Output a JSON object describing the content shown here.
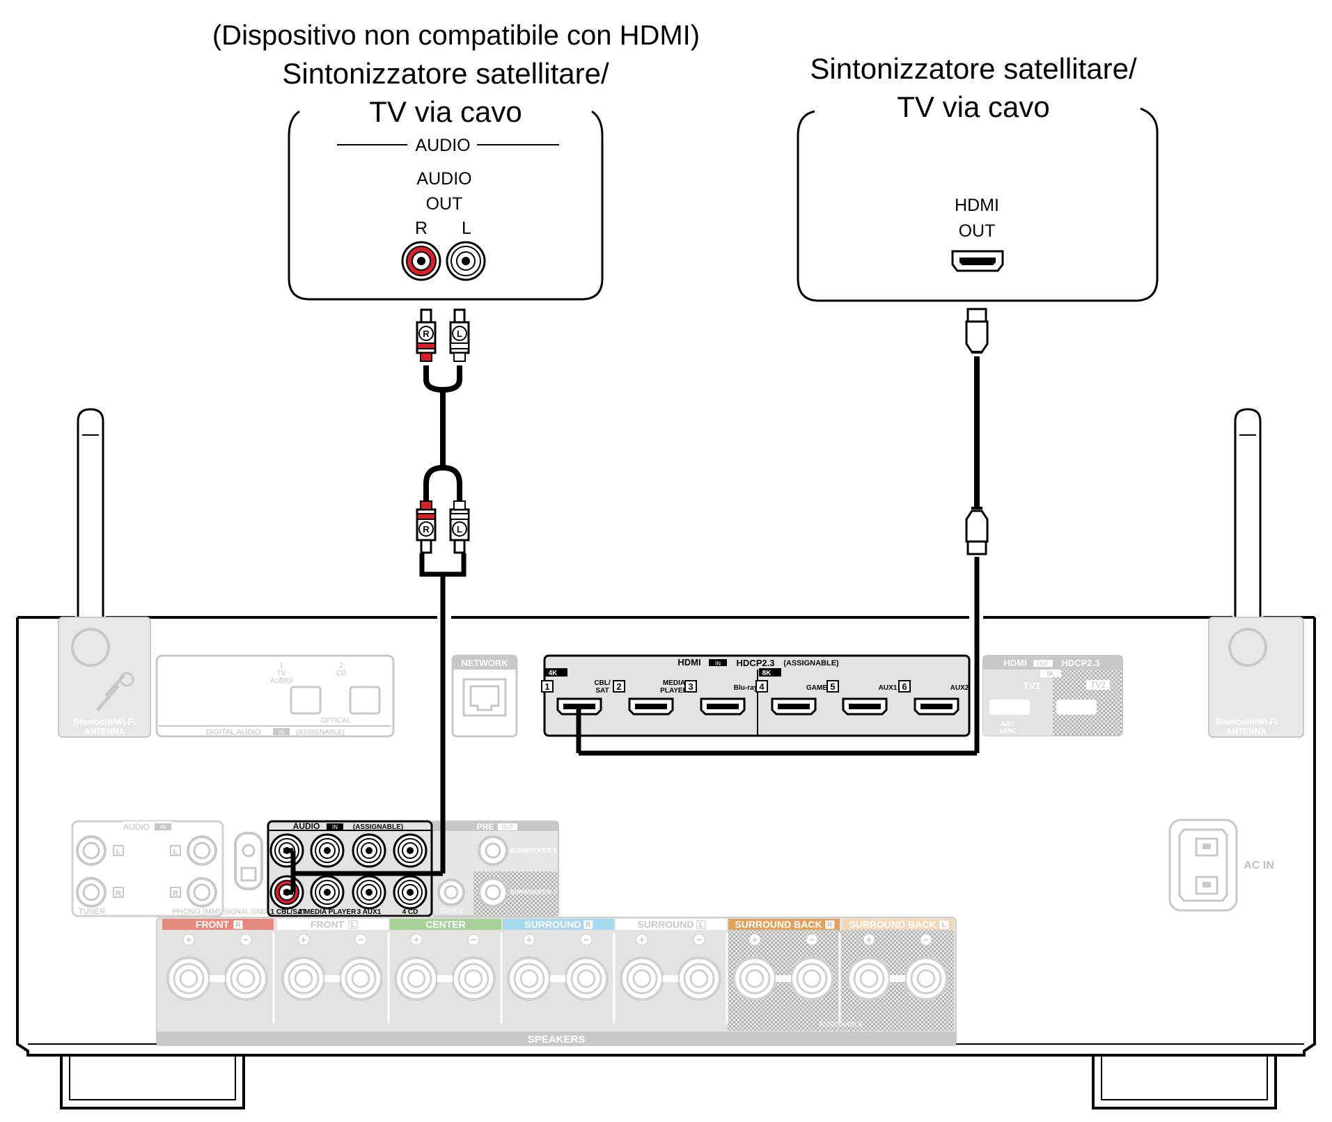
{
  "devices": {
    "left": {
      "note": "(Dispositivo non compatibile con HDMI)",
      "title_line1": "Sintonizzatore satellitare/",
      "title_line2": "TV via cavo",
      "section_label": "AUDIO",
      "port_label_1": "AUDIO",
      "port_label_2": "OUT",
      "channel_r": "R",
      "channel_l": "L"
    },
    "right": {
      "title_line1": "Sintonizzatore satellitare/",
      "title_line2": "TV via cavo",
      "port_label_1": "HDMI",
      "port_label_2": "OUT"
    }
  },
  "plugs": {
    "r": "R",
    "l": "L"
  },
  "receiver": {
    "antenna_label_1": "Bluetooth/Wi-Fi",
    "antenna_label_2": "ANTENNA",
    "digital": {
      "title": "DIGITAL AUDIO",
      "in": "IN",
      "assignable": "(ASSIGNABLE)",
      "optical": "OPTICAL",
      "port1_num": "1",
      "port1_a": "TV",
      "port1_b": "AUDIO",
      "port2_num": "2",
      "port2_a": "CD"
    },
    "network": "NETWORK",
    "hdmi_in": {
      "title": "HDMI",
      "in": "IN",
      "hdcp": "HDCP2.3",
      "assignable": "(ASSIGNABLE)",
      "badge_4k": "4K",
      "badge_8k": "8K",
      "inputs": [
        {
          "num": "1",
          "line1": "CBL/",
          "line2": "SAT"
        },
        {
          "num": "2",
          "line1": "MEDIA",
          "line2": "PLAYER"
        },
        {
          "num": "3",
          "line1": "Blu-ray",
          "line2": ""
        },
        {
          "num": "4",
          "line1": "GAME",
          "line2": ""
        },
        {
          "num": "5",
          "line1": "AUX1",
          "line2": ""
        },
        {
          "num": "6",
          "line1": "AUX2",
          "line2": ""
        }
      ]
    },
    "hdmi_out": {
      "title": "HDMI",
      "out": "OUT",
      "hdcp": "HDCP2.3",
      "badge_8k": "8K",
      "tv1": "TV1",
      "tv2": "TV2",
      "arc": "ARC",
      "earc": "eARC"
    },
    "phono": {
      "audio": "AUDIO",
      "in": "IN",
      "tuner": "TUNER",
      "phono": "PHONO (MM)",
      "gnd": "SIGNAL GND",
      "l": "L",
      "r": "R"
    },
    "audio_in": {
      "title": "AUDIO",
      "in": "IN",
      "assignable": "(ASSIGNABLE)",
      "labels": [
        "1 CBL/SAT",
        "2 MEDIA PLAYER",
        "3 AUX1",
        "4 CD"
      ]
    },
    "pre_out": {
      "pre": "PRE",
      "out": "OUT",
      "sub1": "SUBWOOFER 1",
      "sub2": "SUBWOOFER 2",
      "zone2": "ZONE2"
    },
    "speakers": {
      "title": "SPEAKERS",
      "assignable": "ASSIGNABLE",
      "plus": "+",
      "minus": "−",
      "groups": [
        {
          "label": "FRONT",
          "side": "R"
        },
        {
          "label": "FRONT",
          "side": "L"
        },
        {
          "label": "CENTER",
          "side": ""
        },
        {
          "label": "SURROUND",
          "side": "R"
        },
        {
          "label": "SURROUND",
          "side": "L"
        },
        {
          "label": "SURROUND BACK",
          "side": "R"
        },
        {
          "label": "SURROUND BACK",
          "side": "L"
        }
      ]
    },
    "ac_in": "AC IN"
  },
  "colors": {
    "line": "#000000",
    "red": "#d6202a",
    "faded": "#c8c8c8",
    "panel": "#e3e3e3",
    "front_r": "#e8897f",
    "center": "#a6d29a",
    "surround_r": "#a9d7ee",
    "surround_back_r": "#e0a25c"
  }
}
